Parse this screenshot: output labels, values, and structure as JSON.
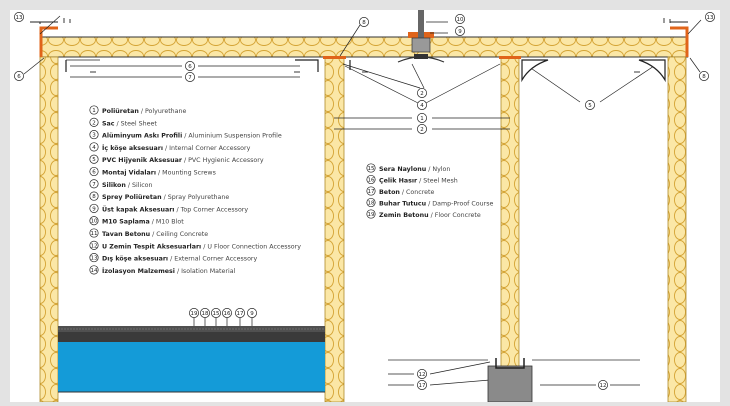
{
  "legend_left": [
    {
      "num": "1",
      "tr": "Poliüretan",
      "en": "Polyurethane"
    },
    {
      "num": "2",
      "tr": "Sac",
      "en": "Steel Sheet"
    },
    {
      "num": "3",
      "tr": "Alüminyum Askı Profili",
      "en": "Aluminium Suspension Profile"
    },
    {
      "num": "4",
      "tr": "İç köşe aksesuarı",
      "en": "Internal Corner Accessory"
    },
    {
      "num": "5",
      "tr": "PVC Hijyenik Aksesuar",
      "en": "PVC Hygienic Accessory"
    },
    {
      "num": "6",
      "tr": "Montaj Vidaları",
      "en": "Mounting Screws"
    },
    {
      "num": "7",
      "tr": "Silikon",
      "en": "Silicon"
    },
    {
      "num": "8",
      "tr": "Sprey Poliüretan",
      "en": "Spray Polyurethane"
    },
    {
      "num": "9",
      "tr": "Üst kapak Aksesuarı",
      "en": "Top Corner Accessory"
    },
    {
      "num": "10",
      "tr": "M10 Saplama",
      "en": "M10 Blot"
    },
    {
      "num": "11",
      "tr": "Tavan Betonu",
      "en": "Ceiling Concrete"
    },
    {
      "num": "12",
      "tr": "U Zemin Tespit Aksesuarları",
      "en": "U Floor Connection Accessory"
    },
    {
      "num": "13",
      "tr": "Dış köşe aksesuarı",
      "en": "External Corner Accessory"
    },
    {
      "num": "14",
      "tr": "İzolasyon Malzemesi",
      "en": "Isolation Material"
    }
  ],
  "legend_right": [
    {
      "num": "15",
      "tr": "Sera Naylonu",
      "en": "Nylon"
    },
    {
      "num": "16",
      "tr": "Çelik Hasır",
      "en": "Steel Mesh"
    },
    {
      "num": "17",
      "tr": "Beton",
      "en": "Concrete"
    },
    {
      "num": "18",
      "tr": "Buhar Tutucu",
      "en": "Damp-Proof Course"
    },
    {
      "num": "19",
      "tr": "Zemin Betonu",
      "en": "Floor Concrete"
    }
  ],
  "callouts": {
    "top_left_13": "13",
    "top_left_6": "6",
    "top_mid_8": "8",
    "top_mid_10": "10",
    "top_mid_9": "9",
    "top_right_13": "13",
    "top_right_8": "8",
    "span_6": "6",
    "span_7": "7",
    "mid_2a": "2",
    "mid_4": "4",
    "mid_5": "5",
    "mid_1": "1",
    "mid_2b": "2",
    "floor": [
      "19",
      "18",
      "15",
      "16",
      "17",
      "9"
    ],
    "base_12a": "12",
    "base_17": "17",
    "base_12b": "12"
  },
  "colors": {
    "background": "#e3e3e3",
    "paper": "#ffffff",
    "insulation": "#fbe7a6",
    "insulation_line": "#d4a334",
    "corner_accessory": "#e0641a",
    "water": "#149bd8",
    "floor_dark": "#505050"
  }
}
